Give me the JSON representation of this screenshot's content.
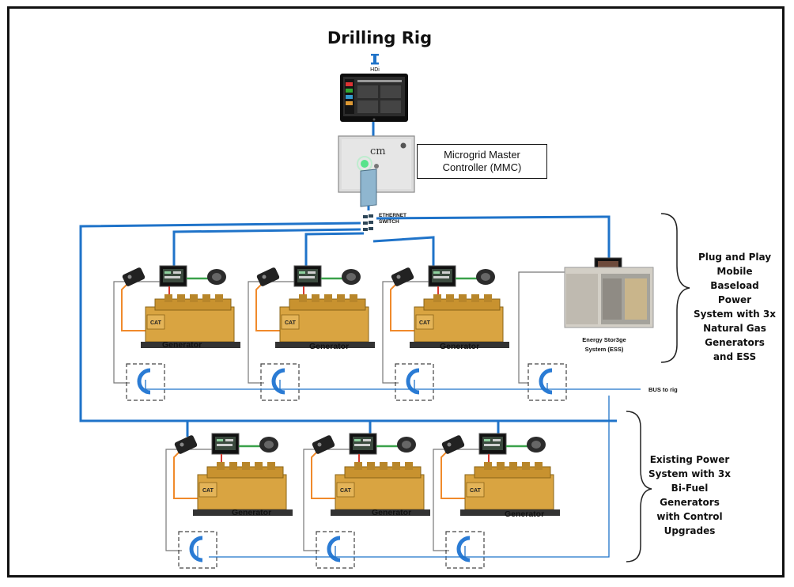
{
  "title": "Drilling Rig",
  "hdi": {
    "label": "HDi"
  },
  "mmc": {
    "line1": "Microgrid Master",
    "line2": "Controller (MMC)",
    "logo_text": "cm"
  },
  "switch": {
    "line1": "ETHERNET",
    "line2": "SWITCH"
  },
  "generator_label": "Generator",
  "ess": {
    "line1": "Energy Stor3ge",
    "line2": "System (ESS)"
  },
  "bus_label": "BUS to rig",
  "side_top": [
    "Plug and Play",
    "Mobile",
    "Baseload Power",
    "System with 3x",
    "Natural Gas",
    "Generators",
    "and ESS"
  ],
  "side_bottom": [
    "Existing Power",
    "System with 3x",
    "Bi-Fuel",
    "Generators",
    "with Control",
    "Upgrades"
  ],
  "colors": {
    "network": "#1f73c9",
    "generator": "#d9a441",
    "breaker": "#2a7bd4",
    "power": "#d93b30",
    "ground": "#3aa14a",
    "aux": "#f08a2b"
  }
}
